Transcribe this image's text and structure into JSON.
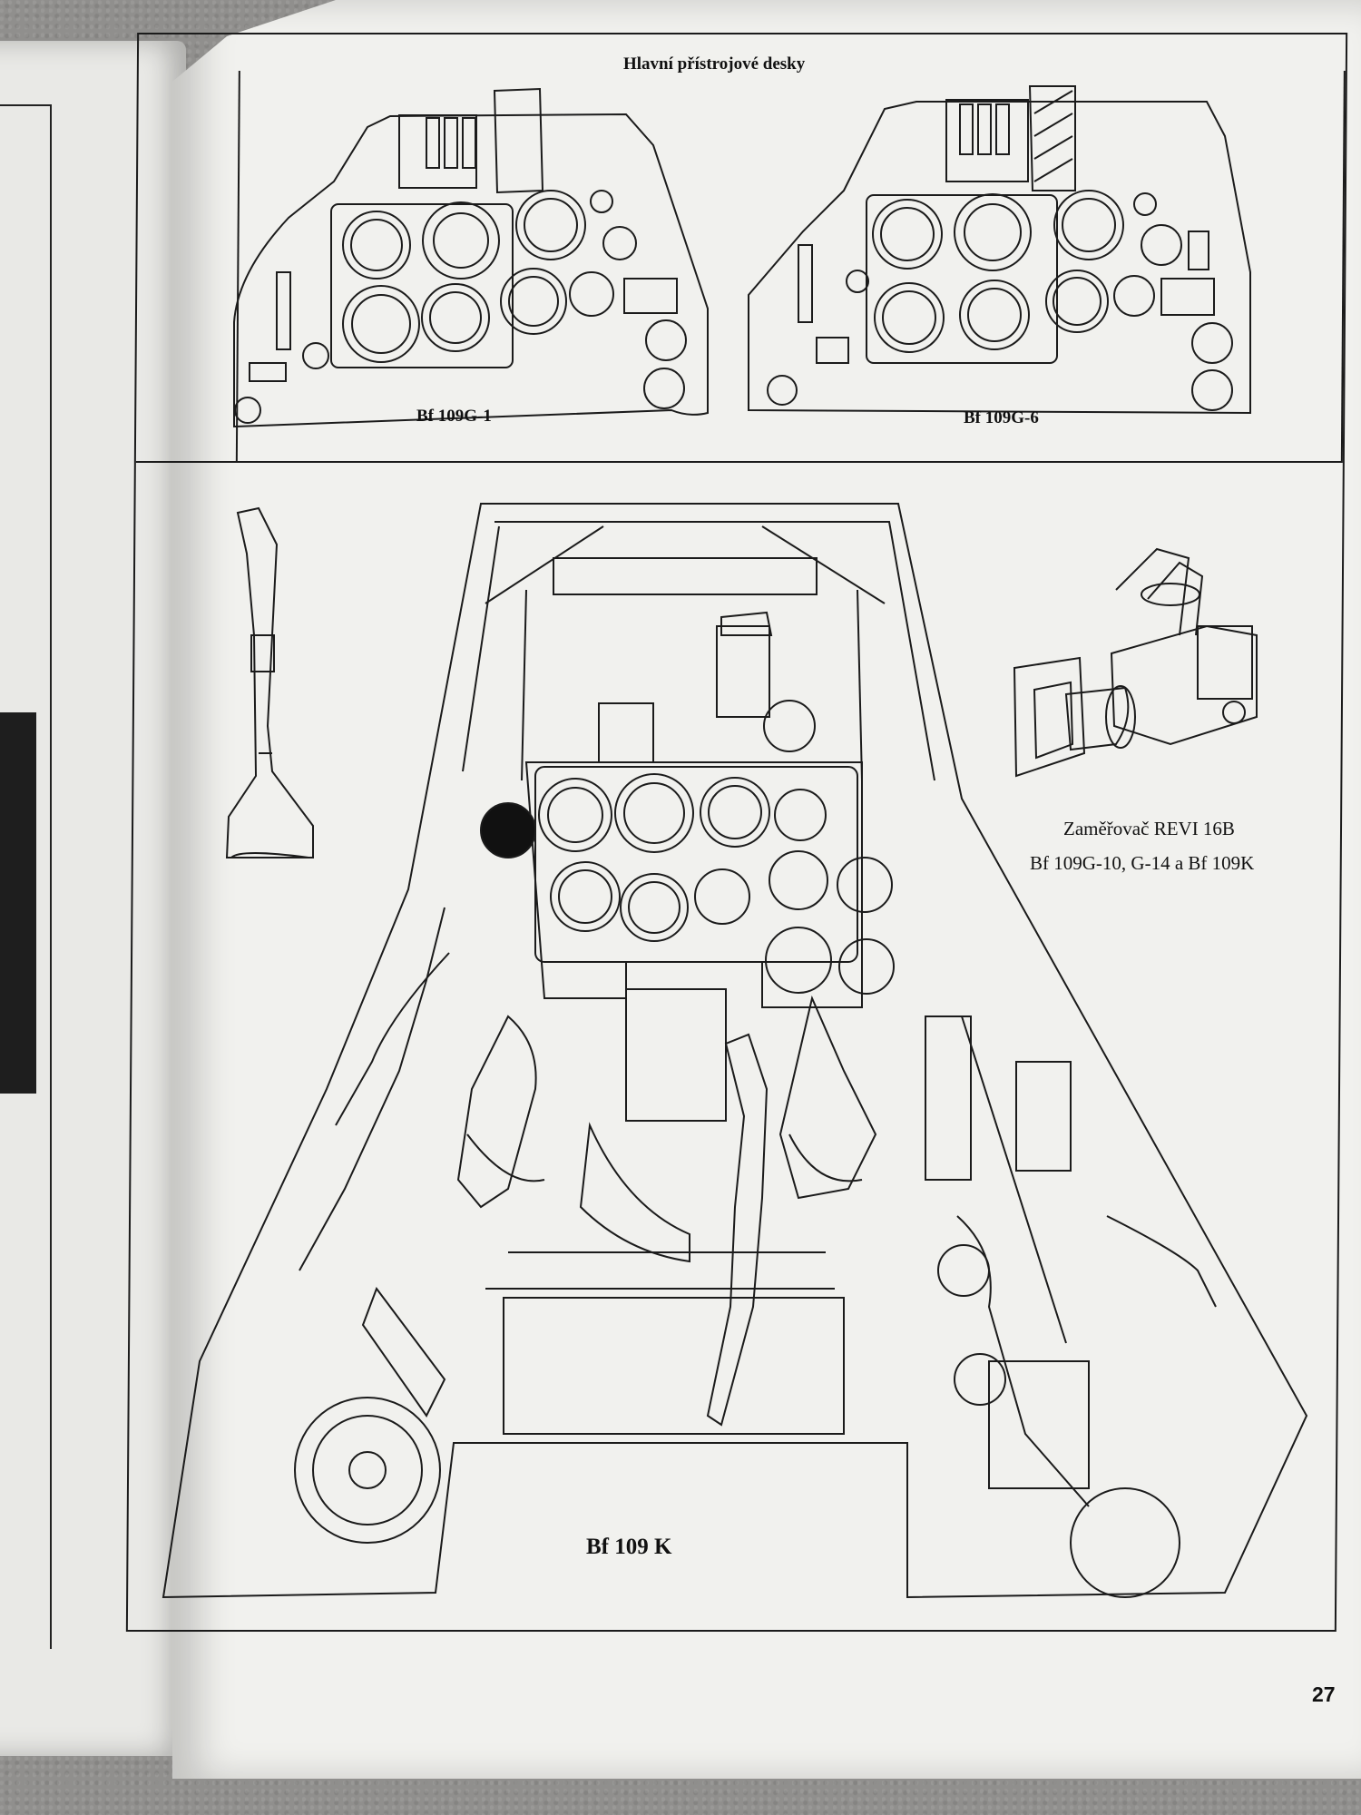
{
  "page": {
    "title": "Hlavní přístrojové desky",
    "page_number": "27"
  },
  "panels": [
    {
      "caption": "Bf 109G-1"
    },
    {
      "caption": "Bf 109G-6"
    }
  ],
  "cockpit": {
    "caption": "Bf 109 K"
  },
  "gunsight": {
    "caption": "Zaměřovač REVI 16B",
    "variants": "Bf 109G-10, G-14 a Bf 109K"
  },
  "colors": {
    "paper": "#f1f1ee",
    "ink": "#1b1b1b",
    "carpet": "#908f8d"
  }
}
